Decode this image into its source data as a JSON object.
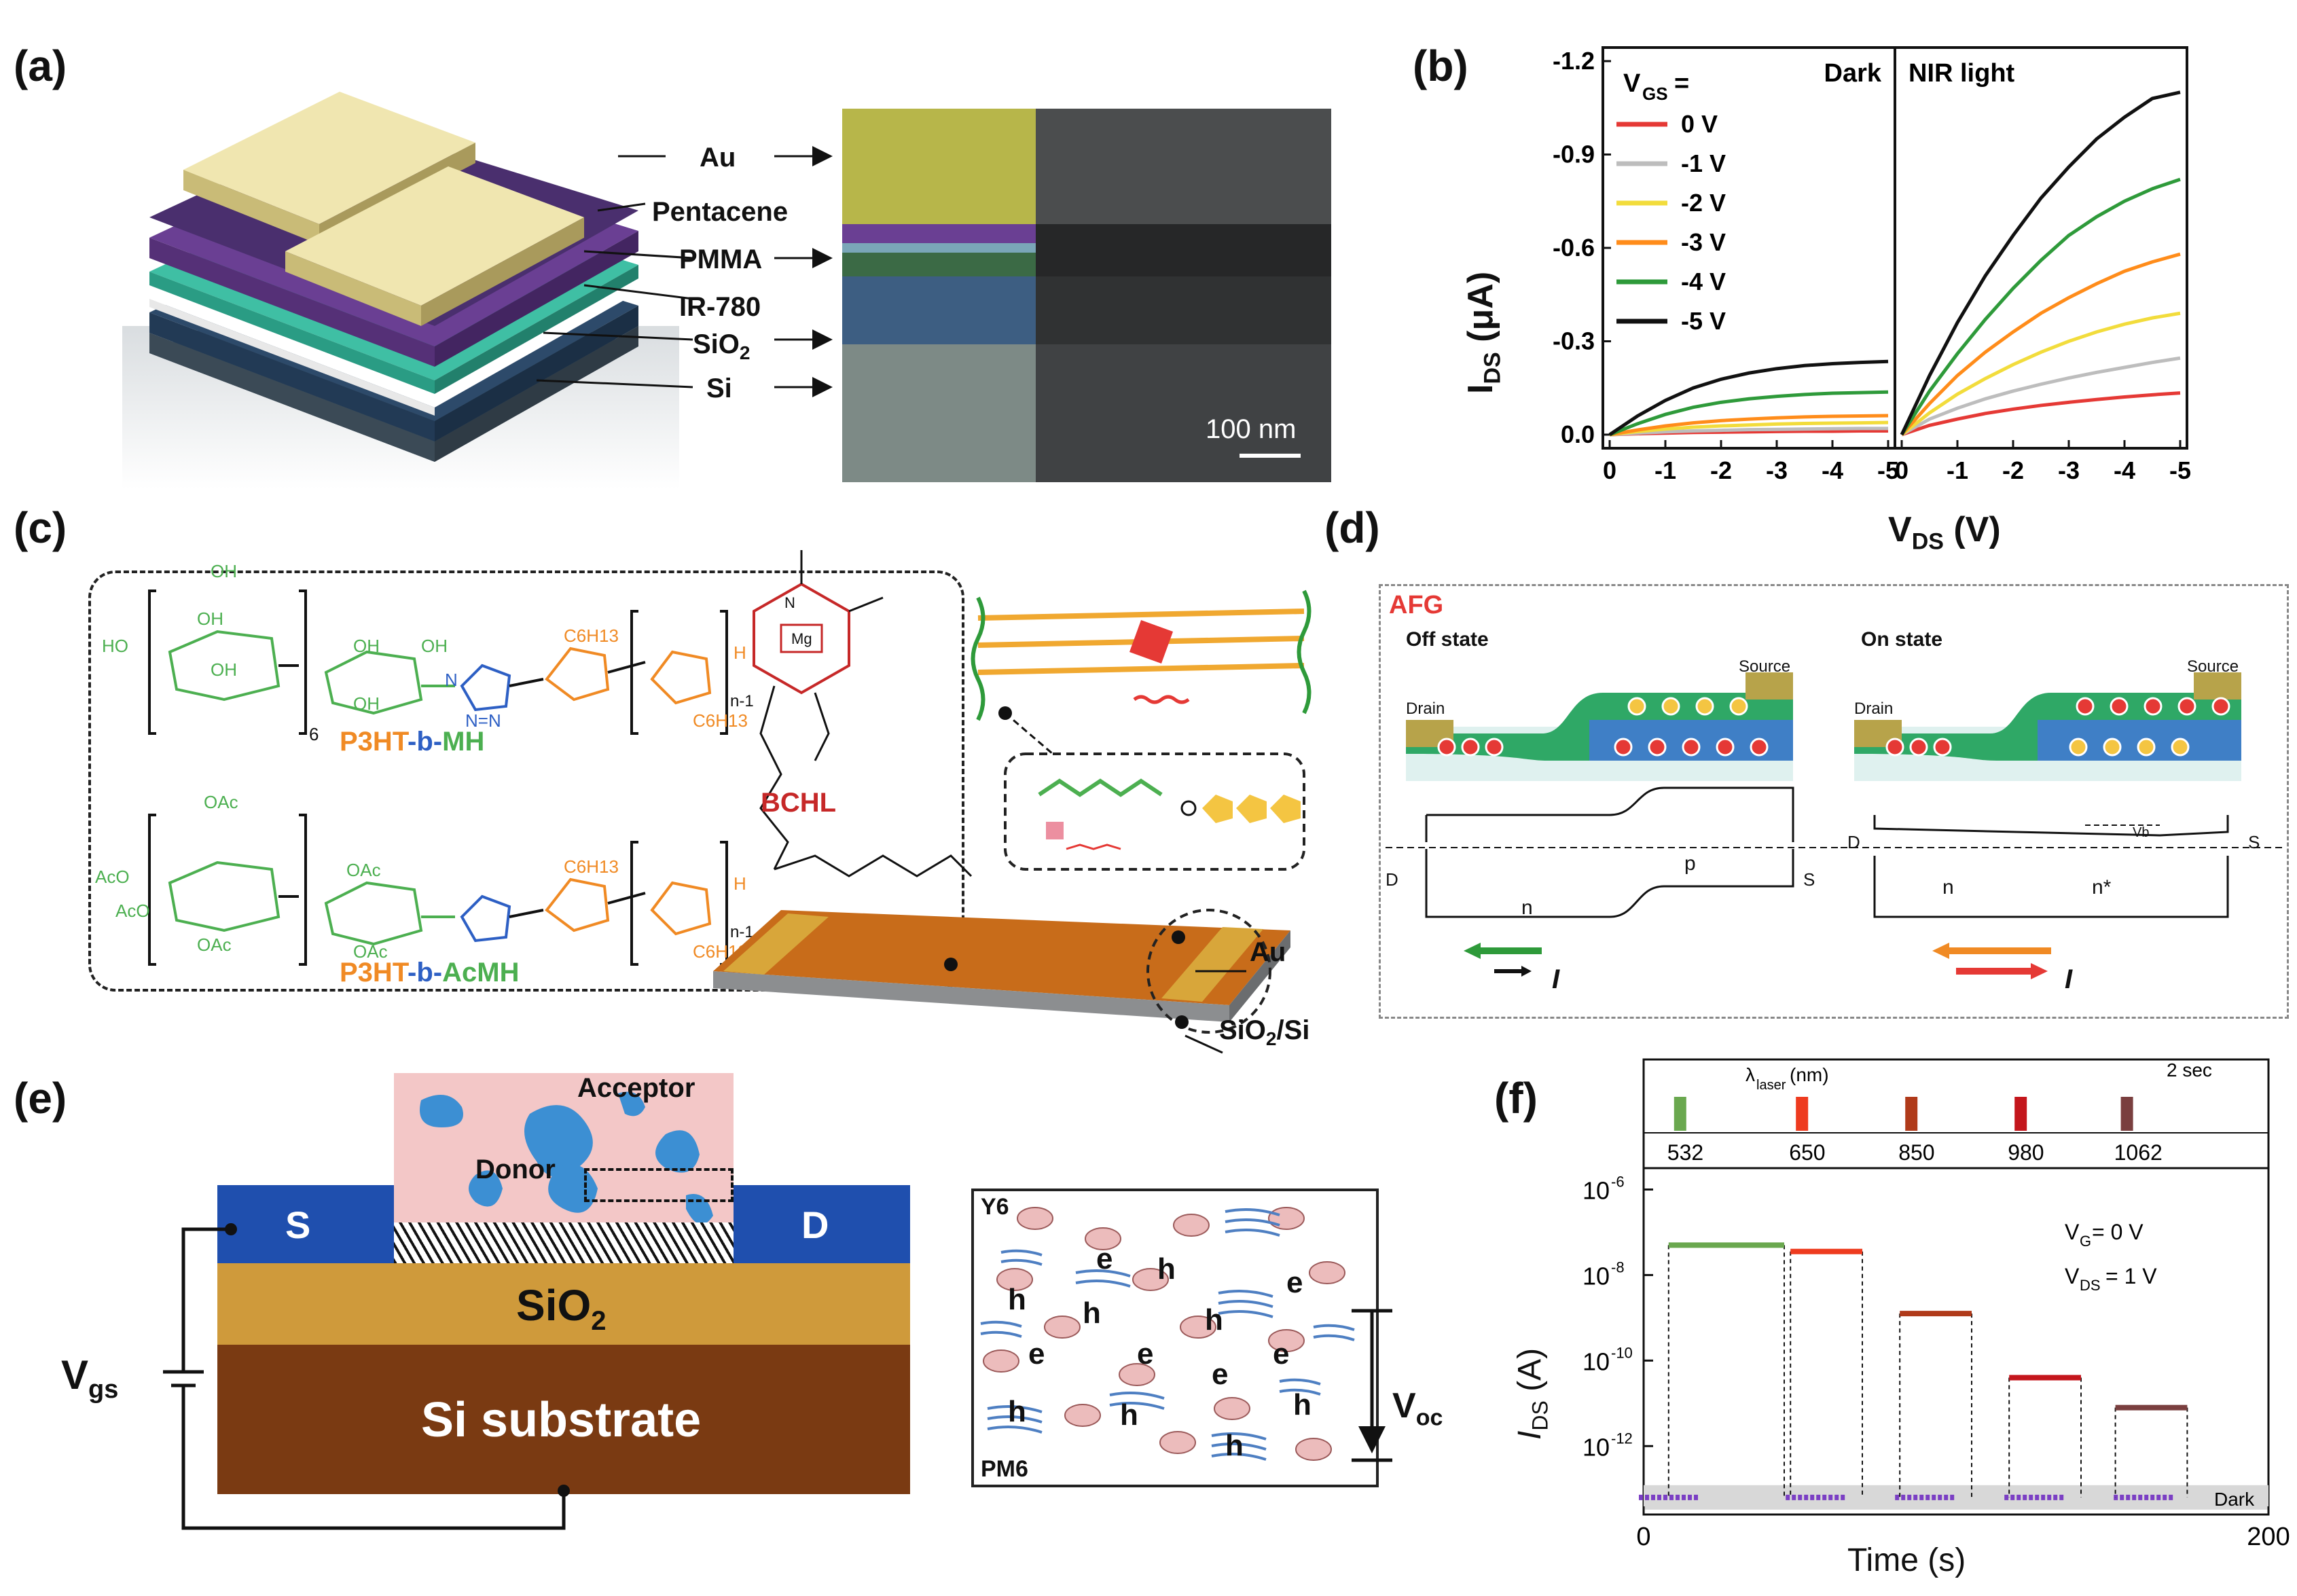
{
  "panels": {
    "a": {
      "label": "(a)",
      "layers": [
        "Au",
        "Pentacene",
        "PMMA",
        "IR-780",
        "SiO",
        "Si"
      ],
      "sio2_sub": "2",
      "scalebar": "100 nm",
      "colors": {
        "au": "#e9dfa0",
        "pentacene": "#4a2f6e",
        "pmma": "#6a3f93",
        "ir780": "#3fbfa4",
        "sio2": "#2d4a6a",
        "si": "#4b5d6b"
      }
    },
    "b": {
      "label": "(b)",
      "title_left": "Dark",
      "title_right": "NIR light",
      "legend_title": "V",
      "legend_title_sub": "GS",
      "legend_eq": "=",
      "ylabel": "I",
      "ylabel_sub": "DS",
      "ylabel_unit": " (μA)",
      "xlabel": "V",
      "xlabel_sub": "DS",
      "xlabel_unit": " (V)"
    },
    "c": {
      "label": "(c)",
      "poly1": "P3HT",
      "poly1_b": "-b-",
      "poly1_tail": "MH",
      "poly2": "P3HT",
      "poly2_b": "-b-",
      "poly2_tail": "AcMH",
      "bchl": "BCHL",
      "au": "Au",
      "substrate": "SiO",
      "substrate_sub": "2",
      "substrate_tail": "/Si",
      "chem_text": [
        "OH",
        "HO",
        "OH",
        "OH",
        "OH",
        "OH",
        "OH",
        "6",
        "N",
        "N=N",
        "C6H13",
        "C6H13",
        "H",
        "n-1",
        "Mg",
        "N",
        "OAc",
        "AcO",
        "AcO",
        "OAc",
        "OAc",
        "OAc",
        "C6H13",
        "C6H13",
        "H",
        "n-1"
      ]
    },
    "d": {
      "label": "(d)",
      "afg": "AFG",
      "off_state": "Off state",
      "on_state": "On state",
      "drain": "Drain",
      "source": "Source",
      "band_labels_off": [
        "D",
        "p",
        "S",
        "n"
      ],
      "band_labels_on": [
        "D",
        "S",
        "n",
        "n*",
        "Vb"
      ],
      "current": "I"
    },
    "e": {
      "label": "(e)",
      "acceptor": "Acceptor",
      "donor": "Donor",
      "s": "S",
      "d": "D",
      "sio2": "SiO",
      "sio2_sub": "2",
      "si_sub": "Si substrate",
      "vgs": "V",
      "vgs_sub": "gs",
      "y6": "Y6",
      "pm6": "PM6",
      "voc": "V",
      "voc_sub": "oc",
      "carriers": [
        "e",
        "e",
        "h",
        "h",
        "e",
        "e",
        "e",
        "h",
        "e",
        "h",
        "h",
        "h",
        "h",
        "h"
      ]
    },
    "f": {
      "label": "(f)",
      "lambda_label": "λ",
      "lambda_sub": "laser",
      "lambda_unit": "(nm)",
      "wavelengths": [
        "532",
        "650",
        "850",
        "980",
        "1062"
      ],
      "duration": "2 sec",
      "wave_colors": [
        "#6aa84f",
        "#ee3b1f",
        "#b03a1a",
        "#c4161c",
        "#7a3f3f"
      ],
      "vg": "V",
      "vg_sub": "G",
      "vg_val": " = 0 V",
      "vds": "V",
      "vds_sub": "DS",
      "vds_val": "= 1 V",
      "ylabel": "I",
      "ylabel_sub": "DS",
      "ylabel_unit": " (A)",
      "xlabel": "Time (s)",
      "dark": "Dark",
      "yticks": [
        "10",
        "10",
        "10",
        "10",
        "10"
      ],
      "ytick_exp": [
        "-6",
        "-8",
        "-10",
        "-12",
        ""
      ],
      "xticks": [
        "0",
        "200"
      ]
    }
  },
  "chart_data": [
    {
      "type": "line",
      "panel": "b-left",
      "title": "Dark",
      "xlabel": "VDS (V)",
      "ylabel": "IDS (μA)",
      "xlim": [
        0,
        -5
      ],
      "ylim": [
        0.0,
        -1.2
      ],
      "xticks": [
        "0",
        "-1",
        "-2",
        "-3",
        "-4",
        "-5"
      ],
      "yticks": [
        "-1.2",
        "-0.9",
        "-0.6",
        "-0.3",
        "0.0"
      ],
      "x": [
        0,
        -0.5,
        -1,
        -1.5,
        -2,
        -2.5,
        -3,
        -3.5,
        -4,
        -4.5,
        -5
      ],
      "series": [
        {
          "name": "0 V",
          "color": "#e53935",
          "values": [
            0,
            -0.003,
            -0.005,
            -0.007,
            -0.008,
            -0.009,
            -0.01,
            -0.011,
            -0.011,
            -0.012,
            -0.012
          ]
        },
        {
          "name": "-1 V",
          "color": "#bdbdbd",
          "values": [
            0,
            -0.005,
            -0.009,
            -0.012,
            -0.014,
            -0.016,
            -0.017,
            -0.018,
            -0.019,
            -0.02,
            -0.02
          ]
        },
        {
          "name": "-2 V",
          "color": "#f2dc3c",
          "values": [
            0,
            -0.01,
            -0.018,
            -0.024,
            -0.028,
            -0.031,
            -0.034,
            -0.036,
            -0.037,
            -0.038,
            -0.039
          ]
        },
        {
          "name": "-3 V",
          "color": "#ff8c1a",
          "values": [
            0,
            -0.015,
            -0.028,
            -0.038,
            -0.045,
            -0.05,
            -0.054,
            -0.057,
            -0.059,
            -0.06,
            -0.061
          ]
        },
        {
          "name": "-4 V",
          "color": "#2e9a3a",
          "values": [
            0,
            -0.035,
            -0.065,
            -0.088,
            -0.104,
            -0.115,
            -0.123,
            -0.129,
            -0.133,
            -0.135,
            -0.137
          ]
        },
        {
          "name": "-5 V",
          "color": "#111111",
          "values": [
            0,
            -0.06,
            -0.11,
            -0.15,
            -0.178,
            -0.198,
            -0.212,
            -0.222,
            -0.228,
            -0.232,
            -0.235
          ]
        }
      ]
    },
    {
      "type": "line",
      "panel": "b-right",
      "title": "NIR light",
      "xlim": [
        0,
        -5
      ],
      "ylim": [
        0.0,
        -1.2
      ],
      "xticks": [
        "0",
        "-1",
        "-2",
        "-3",
        "-4",
        "-5"
      ],
      "x": [
        0,
        -0.5,
        -1,
        -1.5,
        -2,
        -2.5,
        -3,
        -3.5,
        -4,
        -4.5,
        -5
      ],
      "series": [
        {
          "name": "0 V",
          "color": "#e53935",
          "values": [
            0,
            -0.03,
            -0.05,
            -0.068,
            -0.082,
            -0.094,
            -0.104,
            -0.113,
            -0.121,
            -0.128,
            -0.134
          ]
        },
        {
          "name": "-1 V",
          "color": "#bdbdbd",
          "values": [
            0,
            -0.05,
            -0.085,
            -0.115,
            -0.14,
            -0.162,
            -0.182,
            -0.2,
            -0.216,
            -0.232,
            -0.246
          ]
        },
        {
          "name": "-2 V",
          "color": "#f2dc3c",
          "values": [
            0,
            -0.07,
            -0.13,
            -0.18,
            -0.225,
            -0.265,
            -0.3,
            -0.33,
            -0.355,
            -0.375,
            -0.39
          ]
        },
        {
          "name": "-3 V",
          "color": "#ff8c1a",
          "values": [
            0,
            -0.1,
            -0.19,
            -0.265,
            -0.33,
            -0.39,
            -0.44,
            -0.485,
            -0.525,
            -0.555,
            -0.58
          ]
        },
        {
          "name": "-4 V",
          "color": "#2e9a3a",
          "values": [
            0,
            -0.14,
            -0.26,
            -0.37,
            -0.47,
            -0.56,
            -0.64,
            -0.7,
            -0.75,
            -0.79,
            -0.82
          ]
        },
        {
          "name": "-5 V",
          "color": "#111111",
          "values": [
            0,
            -0.19,
            -0.36,
            -0.51,
            -0.64,
            -0.76,
            -0.86,
            -0.95,
            -1.02,
            -1.08,
            -1.1
          ]
        }
      ]
    },
    {
      "type": "line",
      "panel": "f",
      "xlabel": "Time (s)",
      "ylabel": "IDS (A)",
      "xlim": [
        0,
        200
      ],
      "ylog": true,
      "ylim_exp": [
        -13.6,
        -5.5
      ],
      "pulses": [
        {
          "label": "532",
          "t_on": 8,
          "t_off": 45,
          "log_i": -7.3
        },
        {
          "label": "650",
          "t_on": 47,
          "t_off": 70,
          "log_i": -7.45
        },
        {
          "label": "850",
          "t_on": 82,
          "t_off": 105,
          "log_i": -8.9
        },
        {
          "label": "980",
          "t_on": 117,
          "t_off": 140,
          "log_i": -10.4
        },
        {
          "label": "1062",
          "t_on": 151,
          "t_off": 174,
          "log_i": -11.1
        }
      ],
      "dark_log_i": -13.2
    }
  ]
}
